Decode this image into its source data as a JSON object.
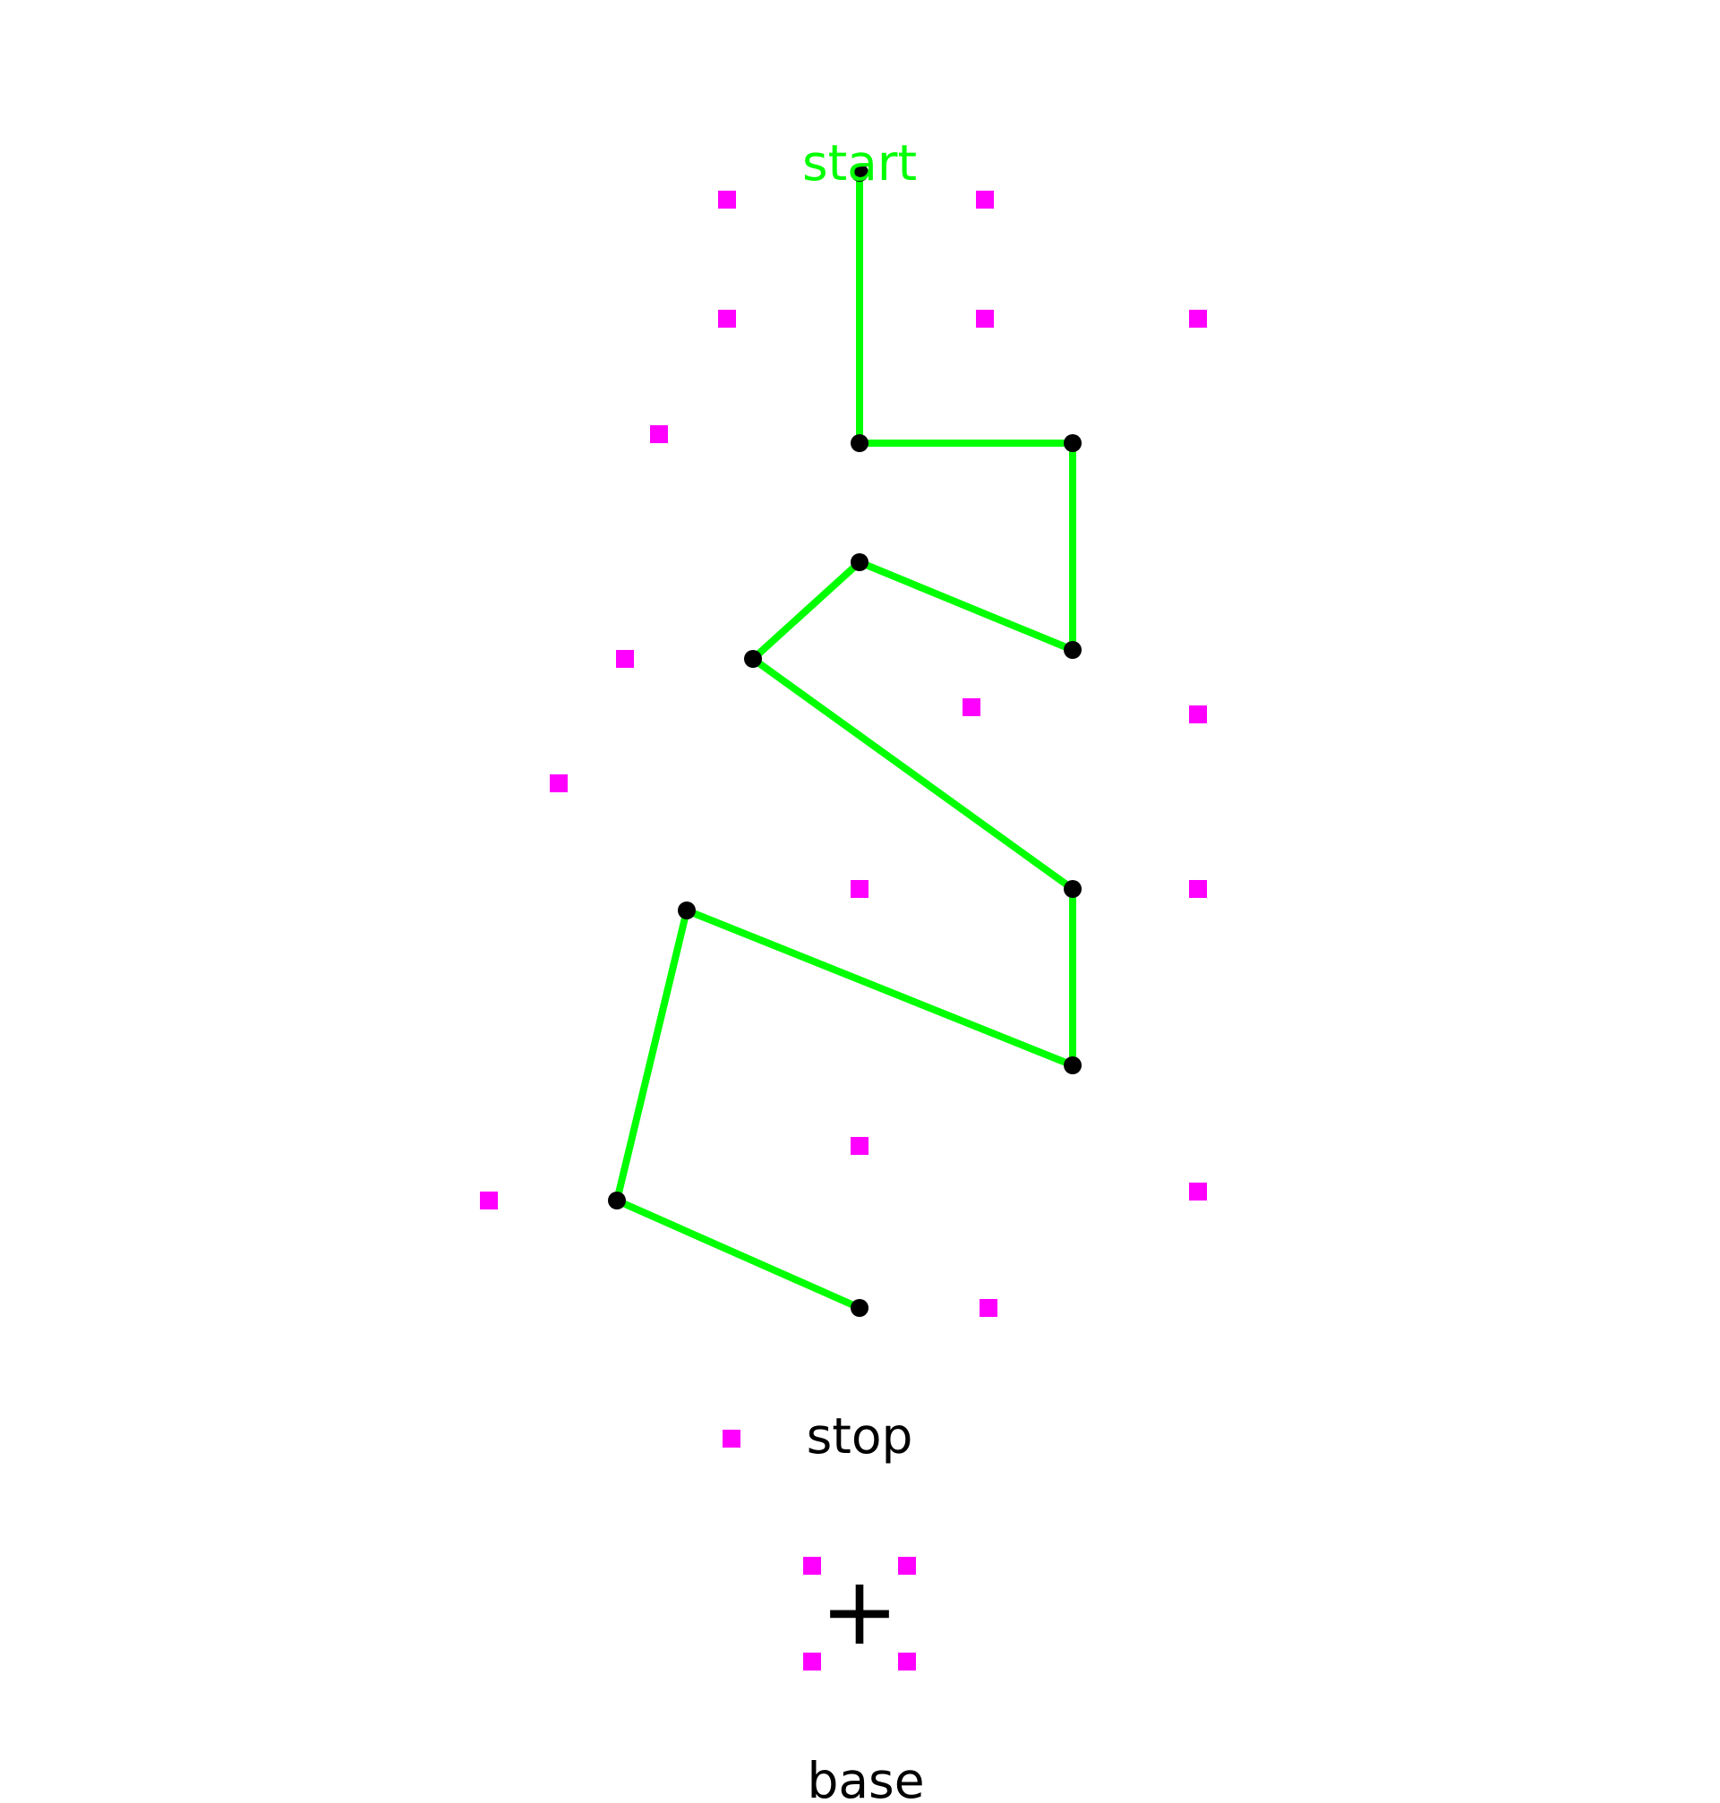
{
  "labels": {
    "start": "start",
    "stop": "stop",
    "base": "base",
    "center_marker": "+"
  },
  "colors": {
    "background": "#ffffff",
    "path": "#00ff00",
    "node": "#000000",
    "marker": "#ff00ff",
    "text": "#000000",
    "start_text": "#00ff00"
  },
  "icons": {
    "node": "black-dot",
    "marker": "magenta-square",
    "center": "plus-sign"
  }
}
